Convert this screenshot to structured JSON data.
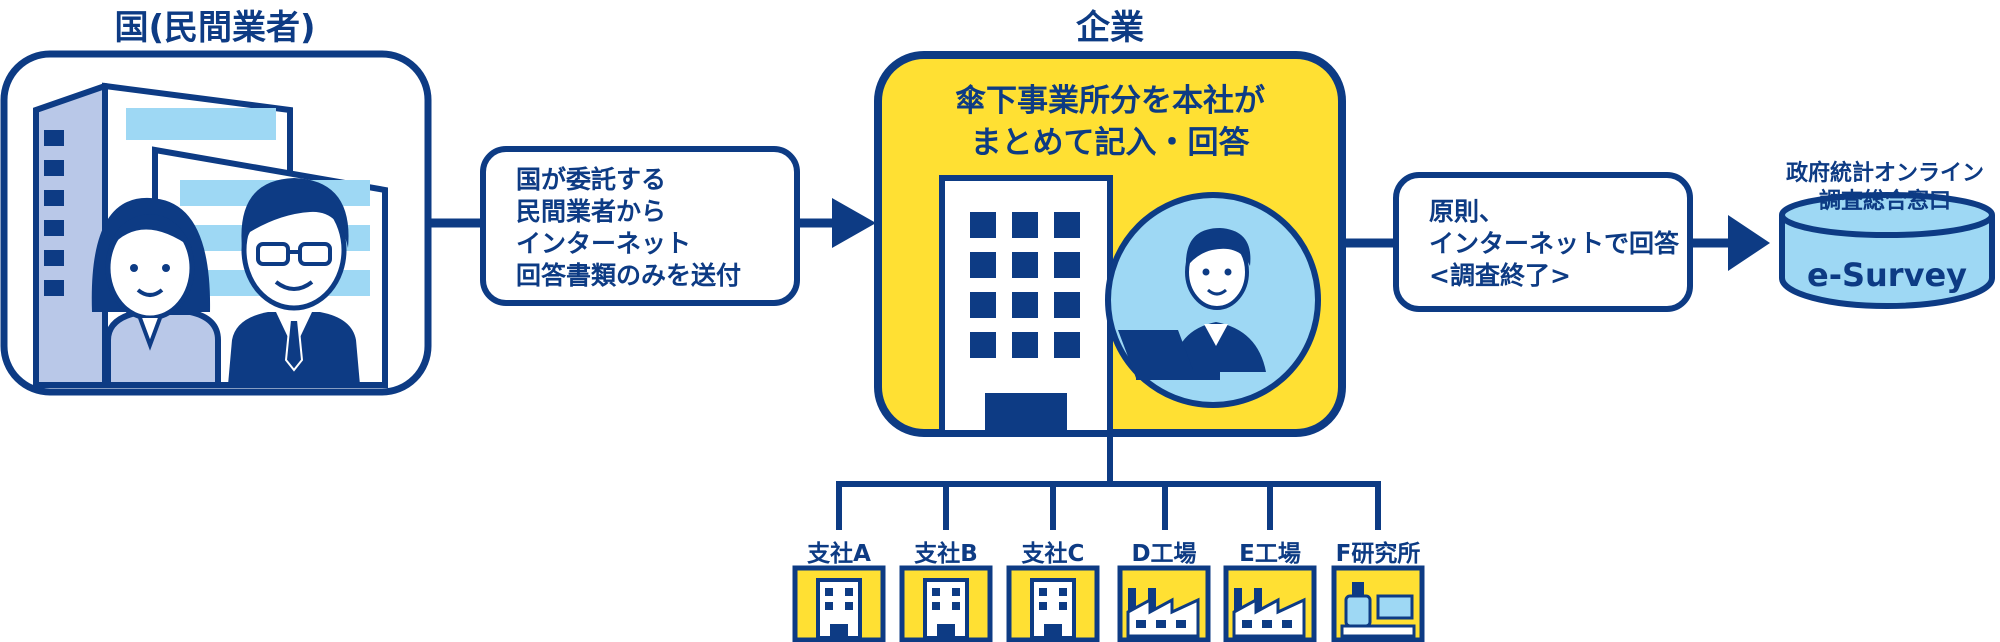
{
  "government": {
    "title": "国(民間業者)"
  },
  "enterprise": {
    "title": "企業",
    "lines": [
      "傘下事業所分を本社が",
      "まとめて記入・回答"
    ]
  },
  "left_message": {
    "lines": [
      "国が委託する",
      "民間業者から",
      "インターネット",
      "回答書類のみを送付"
    ]
  },
  "right_message": {
    "lines": [
      "原則、",
      "インターネットで回答",
      "<調査終了>"
    ]
  },
  "esurvey": {
    "heading_lines": [
      "政府統計オンライン",
      "調査総合窓口"
    ],
    "label": "e-Survey"
  },
  "branches": [
    {
      "label": "支社A",
      "icon": "office-building-icon"
    },
    {
      "label": "支社B",
      "icon": "office-building-icon"
    },
    {
      "label": "支社C",
      "icon": "office-building-icon"
    },
    {
      "label": "D工場",
      "icon": "factory-icon"
    },
    {
      "label": "E工場",
      "icon": "factory-icon"
    },
    {
      "label": "F研究所",
      "icon": "laboratory-icon"
    }
  ],
  "colors": {
    "navy": "#0d3b84",
    "yellow": "#ffe033",
    "light_blue": "#9ed8f4",
    "building_blue": "#b9c8e8"
  }
}
